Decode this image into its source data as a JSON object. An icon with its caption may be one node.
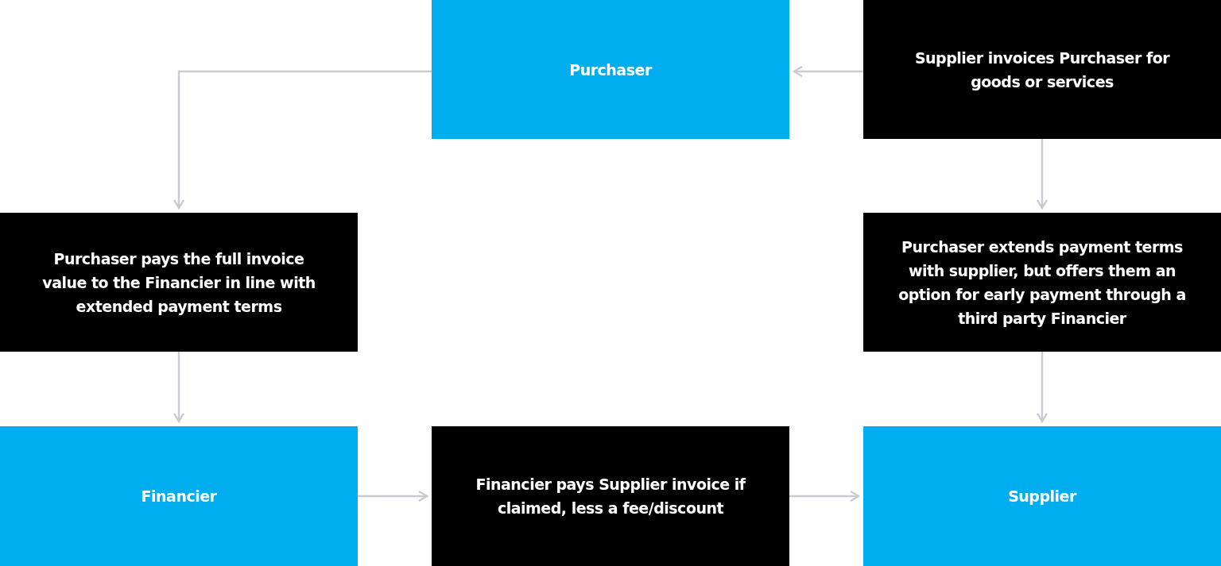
{
  "diagram": {
    "nodes": [
      {
        "text": [
          "Purchaser"
        ]
      },
      {
        "text": [
          "Supplier invoices Purchaser for goods or services"
        ]
      },
      {
        "text": [
          "Purchaser pays the full invoice value to the Financier in line with extended payment terms"
        ]
      },
      {
        "text": [
          "Purchaser extends payment terms with supplier, but offers them an option for early payment through a third party Financier"
        ]
      },
      {
        "text": [
          "Financier"
        ]
      },
      {
        "text": [
          "Financier pays Supplier invoice if claimed, less a fee/discount"
        ]
      },
      {
        "text": [
          "Supplier"
        ]
      }
    ],
    "edges": [
      {
        "from": 1,
        "to": 0,
        "arrow": "to"
      },
      {
        "from": 0,
        "to": 2,
        "arrow": "to"
      },
      {
        "from": 2,
        "to": 4,
        "arrow": "to"
      },
      {
        "from": 1,
        "to": 3,
        "arrow": "to"
      },
      {
        "from": 3,
        "to": 6,
        "arrow": "to"
      },
      {
        "from": 4,
        "to": 5,
        "arrow": "to"
      },
      {
        "from": 5,
        "to": 6,
        "arrow": "to"
      }
    ]
  }
}
